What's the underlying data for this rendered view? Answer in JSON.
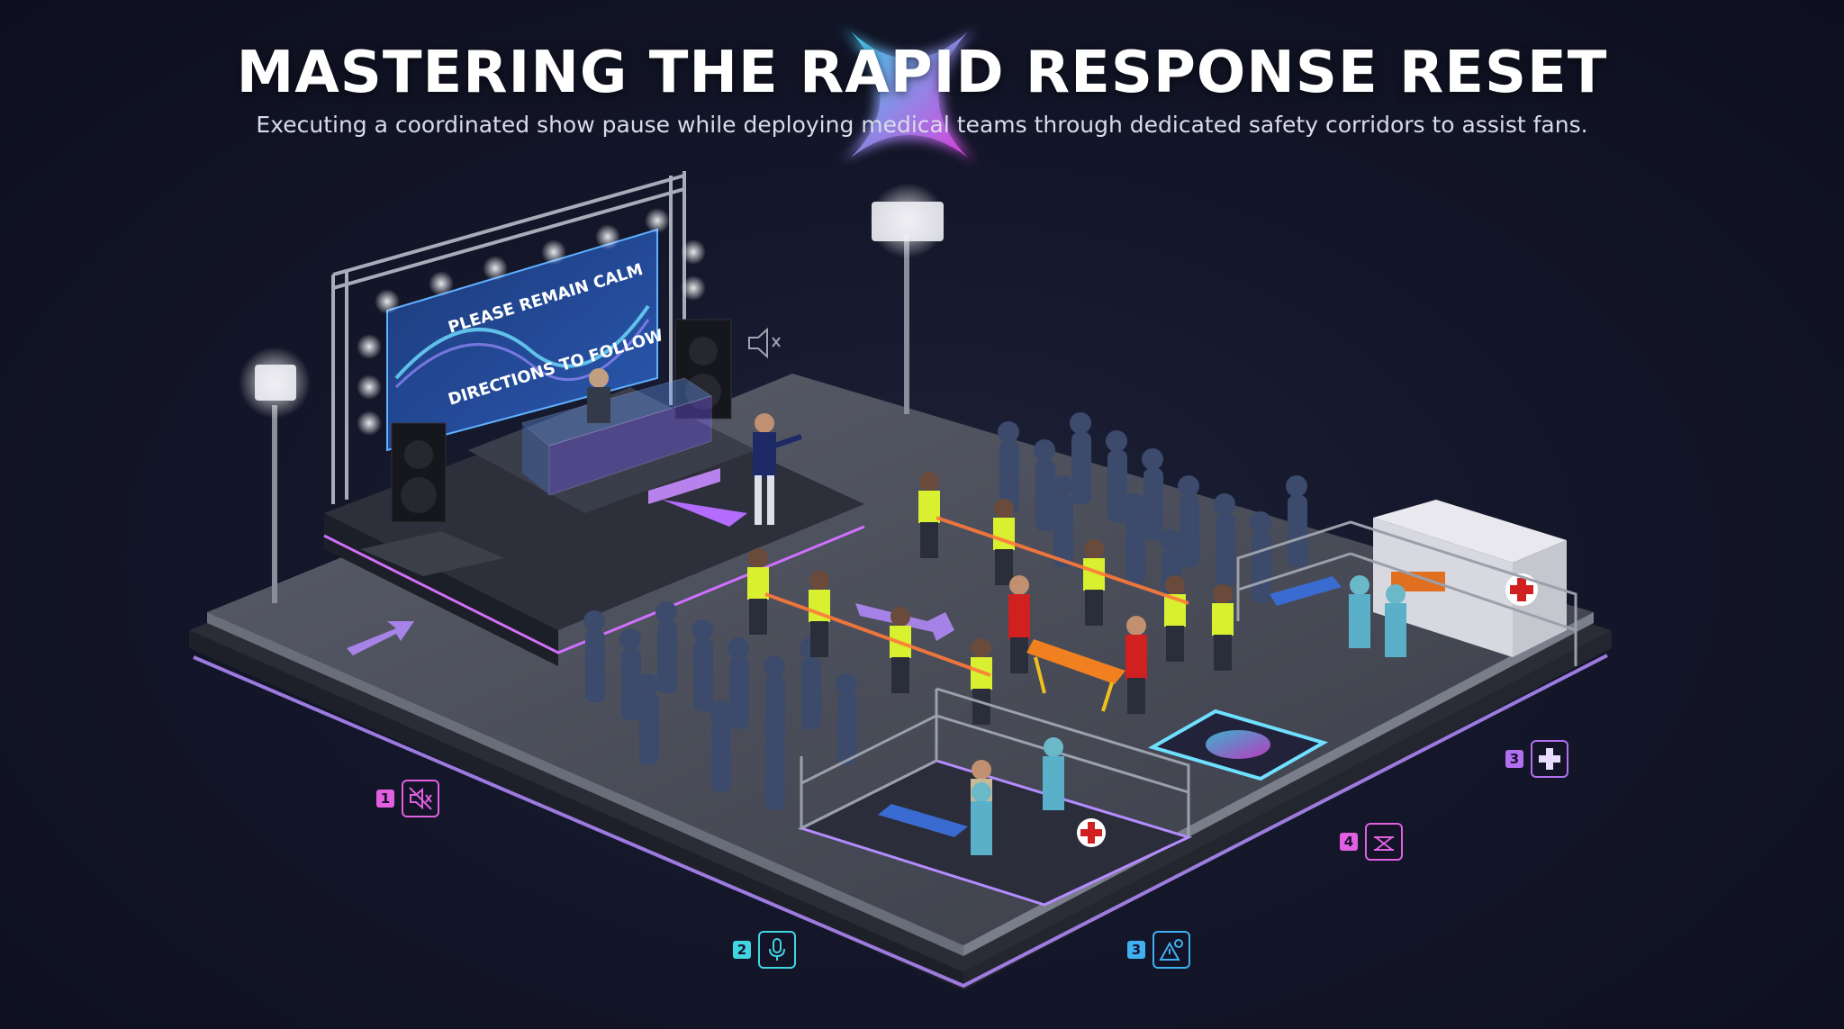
{
  "header": {
    "title": "MASTERING THE RAPID RESPONSE RESET",
    "subtitle": "Executing a coordinated show pause while deploying medical teams through dedicated safety corridors to assist fans."
  },
  "screen": {
    "line1": "PLEASE REMAIN CALM",
    "line2": "DIRECTIONS TO FOLLOW"
  },
  "steps": [
    {
      "number": "1",
      "icon": "muted-speaker-icon",
      "color": "#e060e0"
    },
    {
      "number": "2",
      "icon": "microphone-icon",
      "color": "#3fd6e0"
    },
    {
      "number": "3",
      "icon": "location-warning-icon",
      "color": "#3fb0f0"
    },
    {
      "number": "4",
      "icon": "stretcher-icon",
      "color": "#e060e0"
    },
    {
      "number": "3",
      "icon": "medical-cross-icon",
      "color": "#b070f0"
    }
  ],
  "colors": {
    "accent_pink": "#e060e0",
    "accent_cyan": "#3fd6e0",
    "accent_purple": "#a070ff",
    "staff_vest": "#d8f030",
    "medic_red": "#d02020",
    "background": "#14172a"
  }
}
